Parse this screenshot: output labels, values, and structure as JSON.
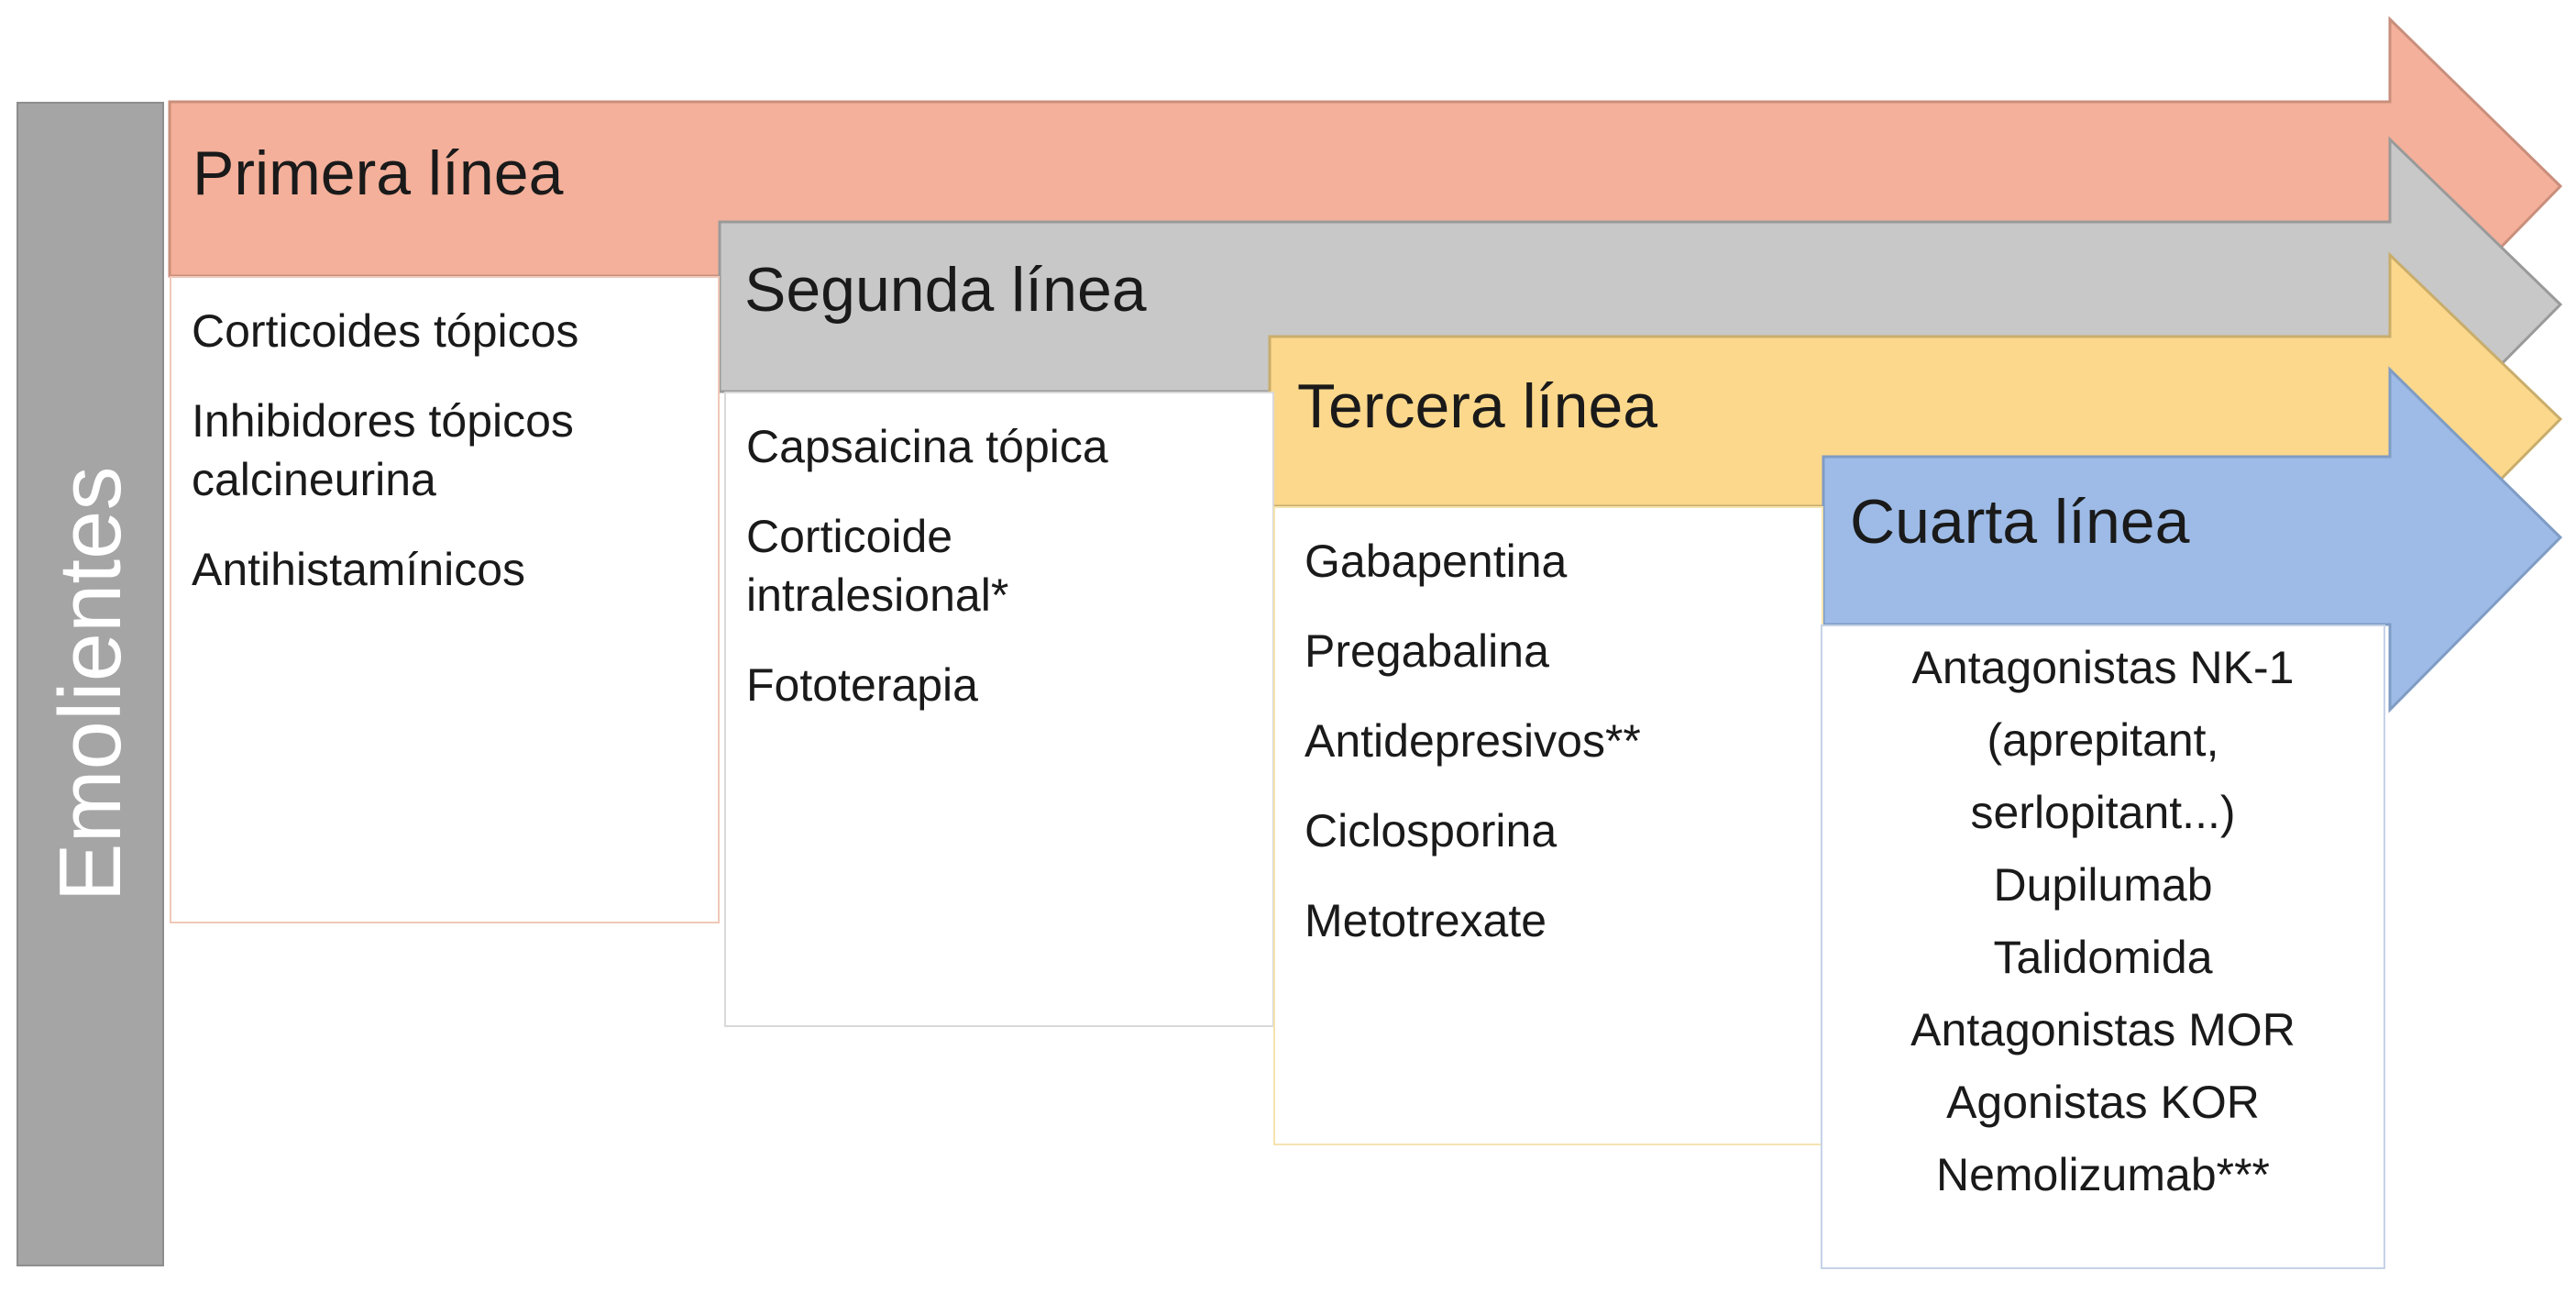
{
  "colors": {
    "primera": "#f4b09a",
    "segunda": "#c8c8c8",
    "tercera": "#fbd88c",
    "cuarta": "#9dbbe6",
    "base": "#a5a5a5"
  },
  "base_label": "Emolientes",
  "lines": [
    {
      "title": "Primera línea",
      "items": [
        "Corticoides tópicos",
        "Inhibidores tópicos calcineurina",
        "Antihistamínicos"
      ]
    },
    {
      "title": "Segunda línea",
      "items": [
        "Capsaicina tópica",
        "Corticoide intralesional*",
        "Fototerapia"
      ]
    },
    {
      "title": "Tercera línea",
      "items": [
        "Gabapentina",
        "Pregabalina",
        "Antidepresivos**",
        "Ciclosporina",
        "Metotrexate"
      ]
    },
    {
      "title": "Cuarta línea",
      "items": [
        "Antagonistas NK-1",
        "(aprepitant,",
        "serlopitant...)",
        "Dupilumab",
        "Talidomida",
        "Antagonistas MOR",
        "Agonistas KOR",
        "Nemolizumab***"
      ]
    }
  ]
}
